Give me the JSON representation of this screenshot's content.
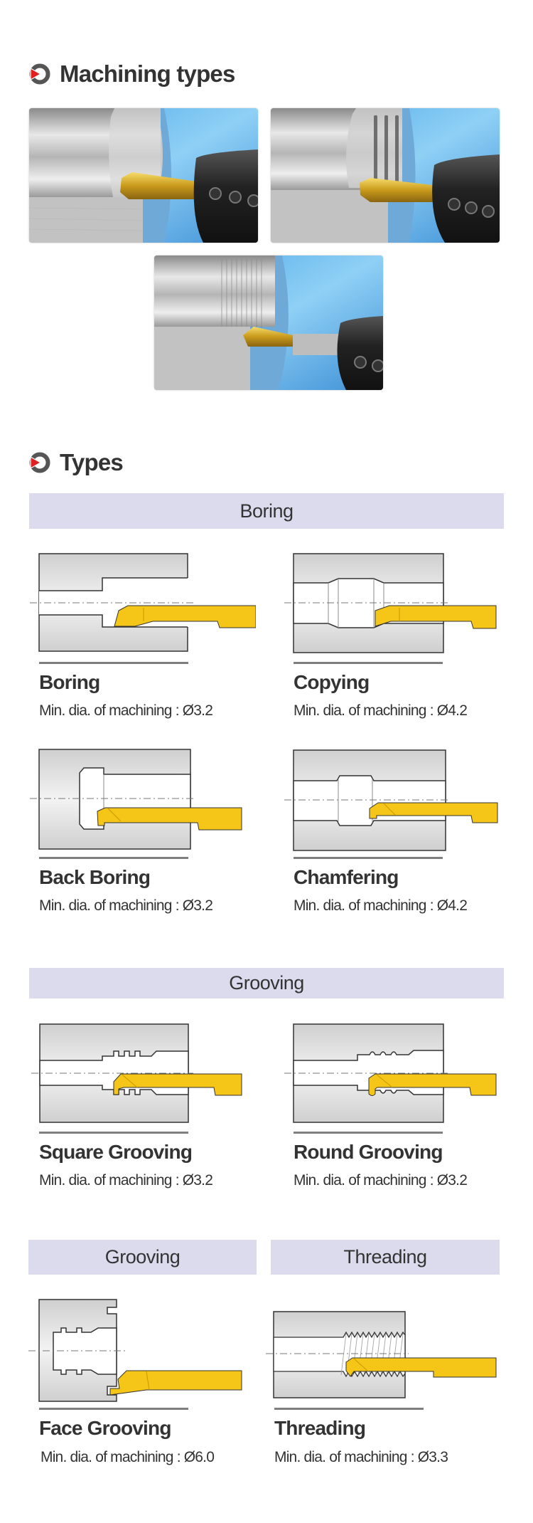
{
  "sections": {
    "machining_types": {
      "title": "Machining types",
      "icon": "section-bullet-icon"
    },
    "types": {
      "title": "Types",
      "icon": "section-bullet-icon"
    }
  },
  "photos": [
    {
      "alt": "Boring operation with gold-coated tool in bore"
    },
    {
      "alt": "Grooving operation with gold-coated tool cutting grooves"
    },
    {
      "alt": "Threading operation with gold-coated tool cutting internal thread"
    }
  ],
  "categories": {
    "boring": "Boring",
    "grooving": "Grooving",
    "grooving_small": "Grooving",
    "threading": "Threading"
  },
  "spec_label": "Min. dia. of machining :",
  "items": [
    {
      "name": "Boring",
      "spec": "Min. dia. of machining : Ø3.2",
      "min_dia": "Ø3.2"
    },
    {
      "name": "Copying",
      "spec": "Min. dia. of machining : Ø4.2",
      "min_dia": "Ø4.2"
    },
    {
      "name": "Back Boring",
      "spec": "Min. dia. of machining : Ø3.2",
      "min_dia": "Ø3.2"
    },
    {
      "name": "Chamfering",
      "spec": "Min. dia. of machining : Ø4.2",
      "min_dia": "Ø4.2"
    },
    {
      "name": "Square Grooving",
      "spec": "Min. dia. of machining : Ø3.2",
      "min_dia": "Ø3.2"
    },
    {
      "name": "Round Grooving",
      "spec": "Min. dia. of machining : Ø3.2",
      "min_dia": "Ø3.2"
    },
    {
      "name": "Face Grooving",
      "spec": "Min. dia. of machining : Ø6.0",
      "min_dia": "Ø6.0"
    },
    {
      "name": "Threading",
      "spec": "Min. dia. of machining : Ø3.3",
      "min_dia": "Ø3.3"
    }
  ],
  "colors": {
    "category_bar": "#dcdbee",
    "tool_gold": "#f5c518",
    "workpiece_gray": "#d9d9d9",
    "bullet_red": "#e02020",
    "bullet_gray": "#555555",
    "text": "#333333"
  }
}
